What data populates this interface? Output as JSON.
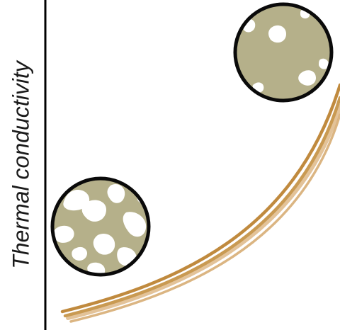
{
  "figure": {
    "y_axis_label": "Thermal conductivity"
  },
  "colors": {
    "curve_dark": "#c08a3e",
    "curve_light": "#deb887",
    "particle_fill": "#b5b08a",
    "particle_outline": "#0a0a0a",
    "pore_fill": "#ffffff",
    "axis": "#000000"
  },
  "particles": [
    {
      "name": "particle-high-porosity",
      "porosity": "high"
    },
    {
      "name": "particle-low-porosity",
      "porosity": "low"
    }
  ]
}
